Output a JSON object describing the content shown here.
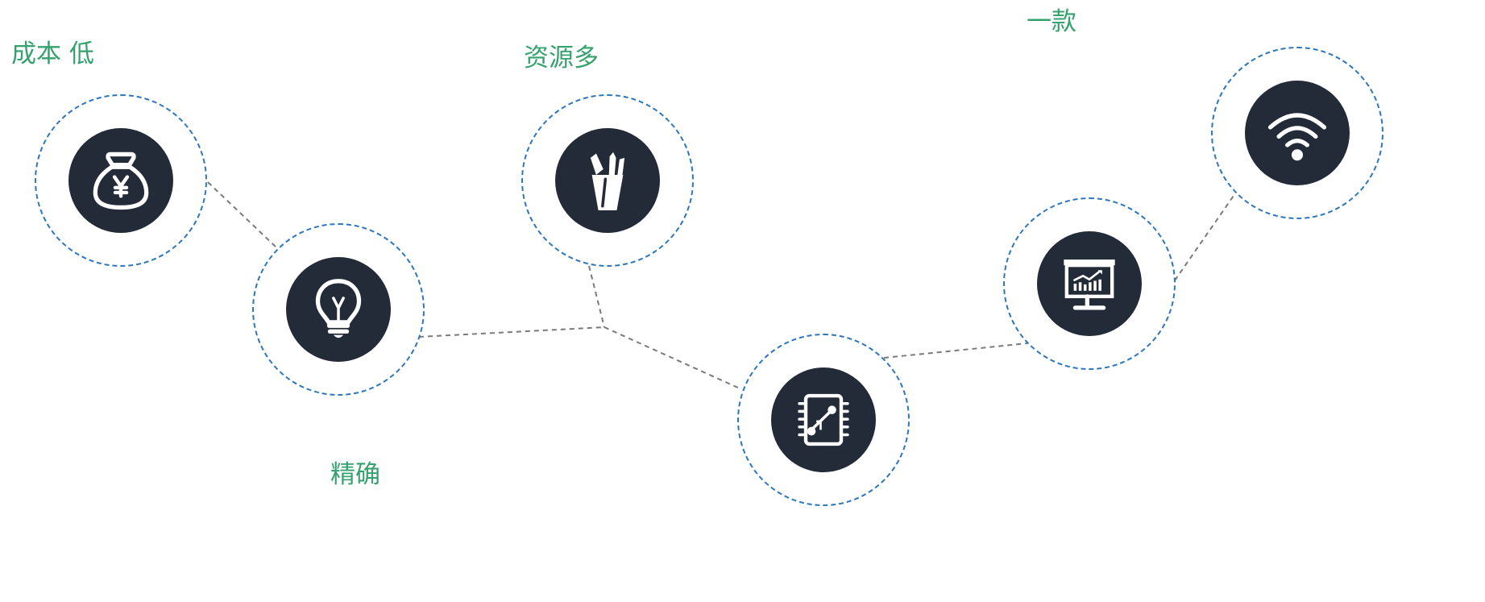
{
  "labels": {
    "cost": "成本 低",
    "resources": "资源多",
    "precise": "精确",
    "one": "一款"
  },
  "icons": {
    "money": "money-bag-yen-icon",
    "bulb": "lightbulb-icon",
    "tools": "pencil-cup-icon",
    "chip": "circuit-chip-icon",
    "presentation": "presentation-board-icon",
    "wifi": "wifi-icon"
  },
  "colors": {
    "label_green": "#35a26e",
    "ring_blue": "#2e77bd",
    "icon_dark": "#232b38",
    "connector_gray": "#7a7a7a"
  }
}
